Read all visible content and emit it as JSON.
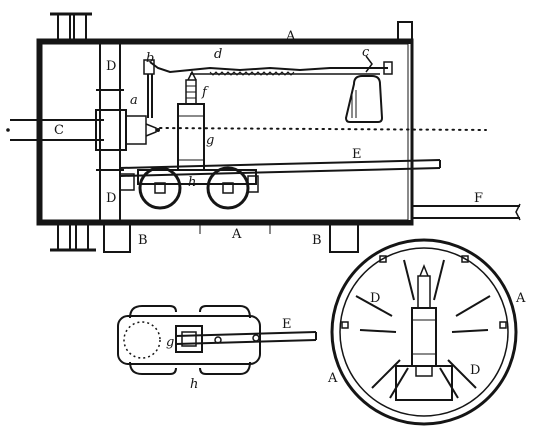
{
  "figure": {
    "kind": "engraving",
    "subject": "mechanical apparatus in elevation, detail and circular end view"
  },
  "labels": {
    "elevation": {
      "A_top": "A",
      "A_bottom": "A",
      "B_left": "B",
      "B_right": "B",
      "C": "C",
      "D_upper": "D",
      "D_lower": "D",
      "E": "E",
      "F": "F",
      "a": "a",
      "b": "b",
      "c": "c",
      "d": "d",
      "f": "f",
      "g": "g",
      "h": "h"
    },
    "carriage_detail": {
      "E": "E",
      "g": "g",
      "h": "h"
    },
    "wheel_view": {
      "A_right": "A",
      "A_left": "A",
      "D_upper": "D",
      "D_lower": "D"
    }
  },
  "colors": {
    "ink": "#151515",
    "paper": "#ffffff",
    "shade": "#5a5a5a"
  }
}
